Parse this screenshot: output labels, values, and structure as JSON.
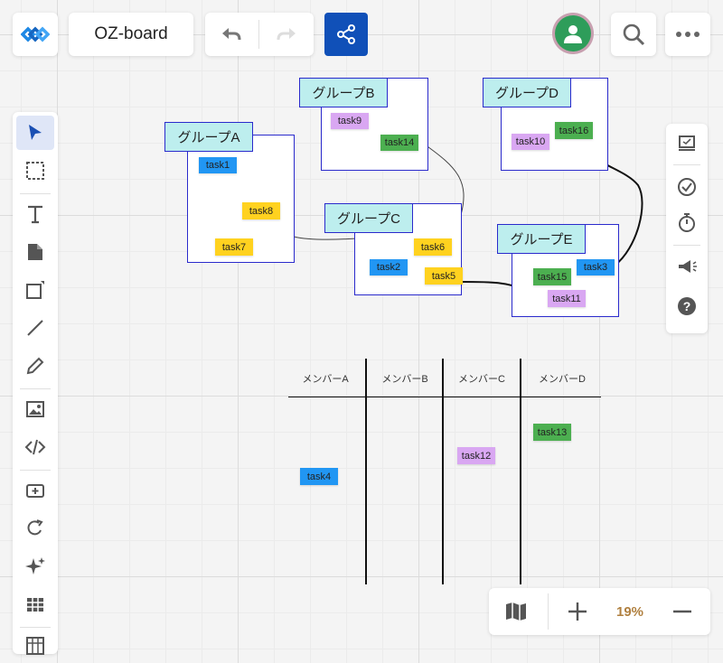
{
  "app": {
    "board_title": "OZ-board",
    "zoom": "19%"
  },
  "groups": {
    "a": "グループA",
    "b": "グループB",
    "c": "グループC",
    "d": "グループD",
    "e": "グループE"
  },
  "tasks": {
    "task1": "task1",
    "task2": "task2",
    "task3": "task3",
    "task4": "task4",
    "task5": "task5",
    "task6": "task6",
    "task7": "task7",
    "task8": "task8",
    "task9": "task9",
    "task10": "task10",
    "task11": "task11",
    "task12": "task12",
    "task13": "task13",
    "task14": "task14",
    "task15": "task15",
    "task16": "task16"
  },
  "table": {
    "headers": [
      "メンバーA",
      "メンバーB",
      "メンバーC",
      "メンバーD"
    ]
  },
  "colors": {
    "brand": "#1565c0",
    "share_button": "#1050b8",
    "group_border": "#2a2acc",
    "group_label_bg": "#bdeeee",
    "sticky_blue": "#2196f3",
    "sticky_yellow": "#ffd21f",
    "sticky_green": "#4caf50",
    "sticky_purple": "#d9a7f2",
    "avatar": "#2e9d5a",
    "zoom_text": "#b08040"
  },
  "icons": {
    "logo": "logo-icon",
    "undo": "undo-icon",
    "redo": "redo-icon",
    "share": "share-icon",
    "avatar": "user-avatar-icon",
    "search": "search-icon",
    "more": "more-icon"
  }
}
